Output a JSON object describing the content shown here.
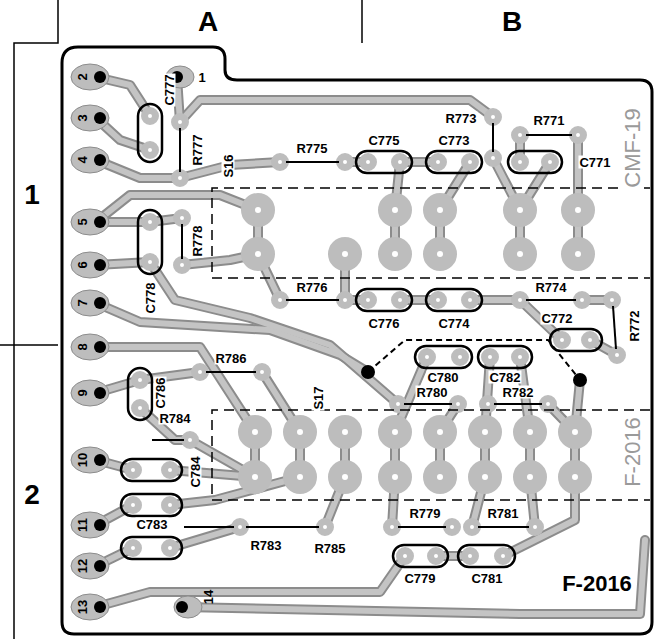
{
  "diagram": {
    "labels": [
      "A",
      "B",
      "1",
      "2",
      "2",
      "1",
      "3",
      "4",
      "5",
      "6",
      "7",
      "8",
      "9",
      "10",
      "11",
      "12",
      "13",
      "14",
      "C777",
      "R777",
      "S16",
      "R775",
      "C775",
      "C773",
      "R773",
      "R771",
      "C771",
      "CMF-19",
      "R778",
      "C778",
      "R776",
      "C776",
      "C774",
      "R774",
      "C772",
      "R772",
      "C786",
      "R786",
      "C780",
      "C782",
      "R780",
      "R782",
      "S17",
      "R784",
      "C784",
      "F-2016",
      "C783",
      "R783",
      "R785",
      "R779",
      "R781",
      "C779",
      "C781",
      "F-2016"
    ]
  }
}
